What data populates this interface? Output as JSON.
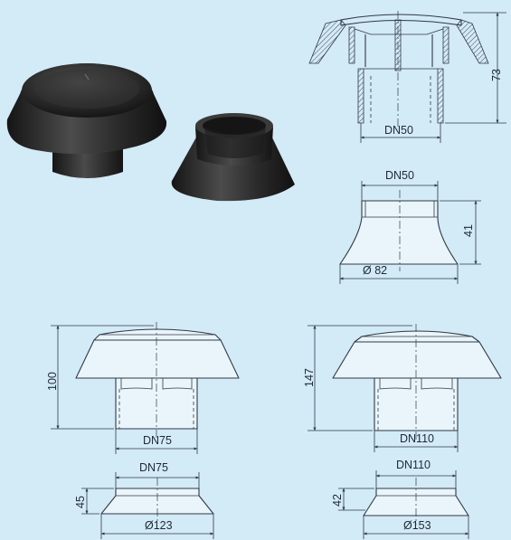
{
  "drawings": {
    "cap50": {
      "diameter": "DN50",
      "height": "73"
    },
    "ring50": {
      "top": "DN50",
      "height": "41",
      "bottom": "Ø 82"
    },
    "cap75": {
      "diameter": "DN75",
      "height": "100"
    },
    "ring75": {
      "top": "DN75",
      "height": "45",
      "bottom": "Ø123"
    },
    "cap110": {
      "diameter": "DN110",
      "height": "147"
    },
    "ring110": {
      "top": "DN110",
      "height": "42",
      "bottom": "Ø153"
    }
  },
  "colors": {
    "background": "#d3eaf7",
    "line": "#2f3a44",
    "part": "#2b2b2b"
  }
}
